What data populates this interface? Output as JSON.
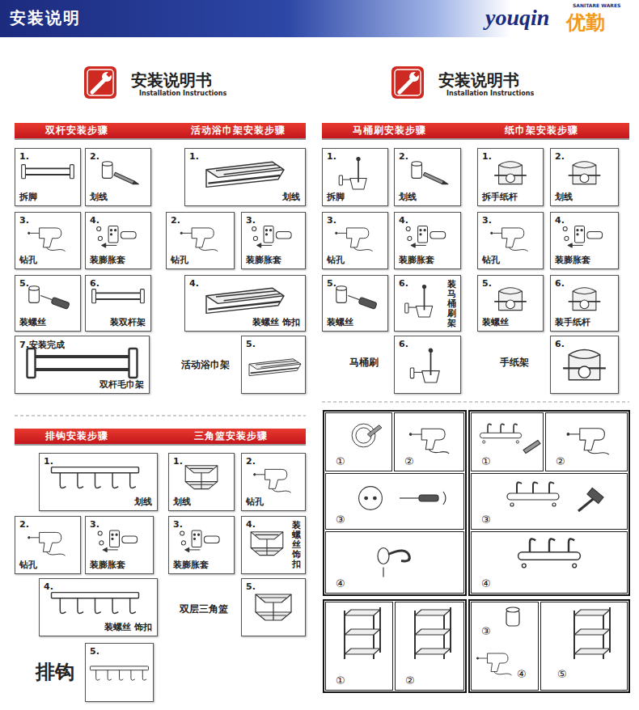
{
  "diagram": {
    "title": "安装说明",
    "nodes": [
      {
        "text": [
          "双杆安装步骤",
          "活动浴巾架安装步骤"
        ]
      },
      {
        "text": [
          "马桶刷安装步骤",
          "纸巾架安装步骤"
        ]
      },
      {
        "text": [
          "1.",
          "拆脚"
        ]
      },
      {
        "text": [
          "2.",
          "划线"
        ]
      },
      {
        "text": [
          "3.",
          "钻孔"
        ]
      },
      {
        "text": [
          "4.",
          "装膨胀套"
        ]
      },
      {
        "text": [
          "5.",
          "装螺丝"
        ]
      },
      {
        "text": [
          "6.",
          "装双杆架"
        ]
      },
      {
        "text": [
          "7.安装完成",
          "双杆毛巾架"
        ]
      },
      {
        "text": [
          "1.",
          "划线"
        ]
      },
      {
        "text": [
          "2.",
          "钻孔"
        ]
      },
      {
        "text": [
          "3.",
          "装膨胀套"
        ]
      },
      {
        "text": [
          "4.",
          "装螺丝 饰扣"
        ]
      },
      {
        "text": [
          "5."
        ]
      },
      {
        "text": [
          "1.",
          "拆脚"
        ]
      },
      {
        "text": [
          "2.",
          "划线"
        ]
      },
      {
        "text": [
          "3.",
          "钻孔"
        ]
      },
      {
        "text": [
          "4.",
          "装膨胀套"
        ]
      },
      {
        "text": [
          "5.",
          "装螺丝"
        ]
      },
      {
        "text": [
          "6.",
          "装马桶刷架"
        ]
      },
      {
        "text": [
          "6."
        ]
      },
      {
        "text": [
          "1.",
          "拆手纸杆"
        ]
      },
      {
        "text": [
          "2.",
          "划线"
        ]
      },
      {
        "text": [
          "3.",
          "钻孔"
        ]
      },
      {
        "text": [
          "4.",
          "装膨胀套"
        ]
      },
      {
        "text": [
          "5.",
          "装螺丝"
        ]
      },
      {
        "text": [
          "6.",
          "装手纸杆"
        ]
      },
      {
        "text": [
          "6."
        ]
      },
      {
        "text": [
          "排钩安装步骤",
          "三角篮安装步骤"
        ]
      },
      {
        "text": [
          "1.",
          "划线"
        ]
      },
      {
        "text": [
          "2.",
          "钻孔"
        ]
      },
      {
        "text": [
          "3.",
          "装膨胀套"
        ]
      },
      {
        "text": [
          "4.",
          "装螺丝 饰扣"
        ]
      },
      {
        "text": [
          "5."
        ]
      },
      {
        "text": [
          "1.",
          "划线"
        ]
      },
      {
        "text": [
          "2.",
          "钻孔"
        ]
      },
      {
        "text": [
          "3.",
          "装膨胀套"
        ]
      },
      {
        "text": [
          "4.",
          "装螺丝饰扣"
        ]
      },
      {
        "text": [
          "5."
        ]
      },
      {
        "text": [
          "①"
        ]
      },
      {
        "text": [
          "②"
        ]
      },
      {
        "text": [
          "③"
        ]
      },
      {
        "text": [
          "④"
        ]
      },
      {
        "text": [
          "①"
        ]
      },
      {
        "text": [
          "②"
        ]
      },
      {
        "text": [
          "③"
        ]
      },
      {
        "text": [
          "④"
        ]
      },
      {
        "text": [
          "①"
        ]
      },
      {
        "text": [
          "②"
        ]
      },
      {
        "text": [
          "③",
          "④"
        ]
      },
      {
        "text": [
          "⑤"
        ]
      }
    ],
    "labels": [
      "youqin",
      "优勤",
      "SANITARE WARES",
      "安装说明书",
      "Installation Instructions",
      "安装说明书",
      "Installation Instructions",
      "活动浴巾架",
      "马桶刷",
      "手纸架",
      "排钩",
      "双层三角篮"
    ]
  }
}
